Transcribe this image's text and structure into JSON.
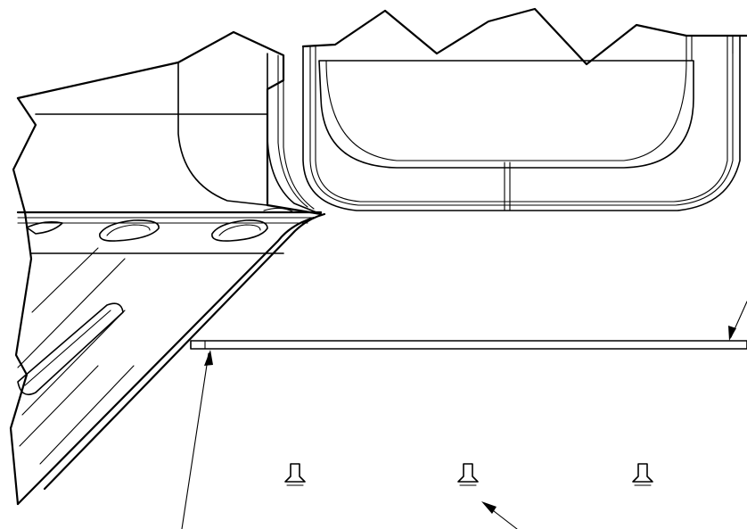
{
  "drawing": {
    "background": "#ffffff",
    "line_color": "#000000",
    "parts": [
      "upper-housing",
      "side-panel",
      "plate",
      "fasteners",
      "leader-arrows"
    ]
  }
}
